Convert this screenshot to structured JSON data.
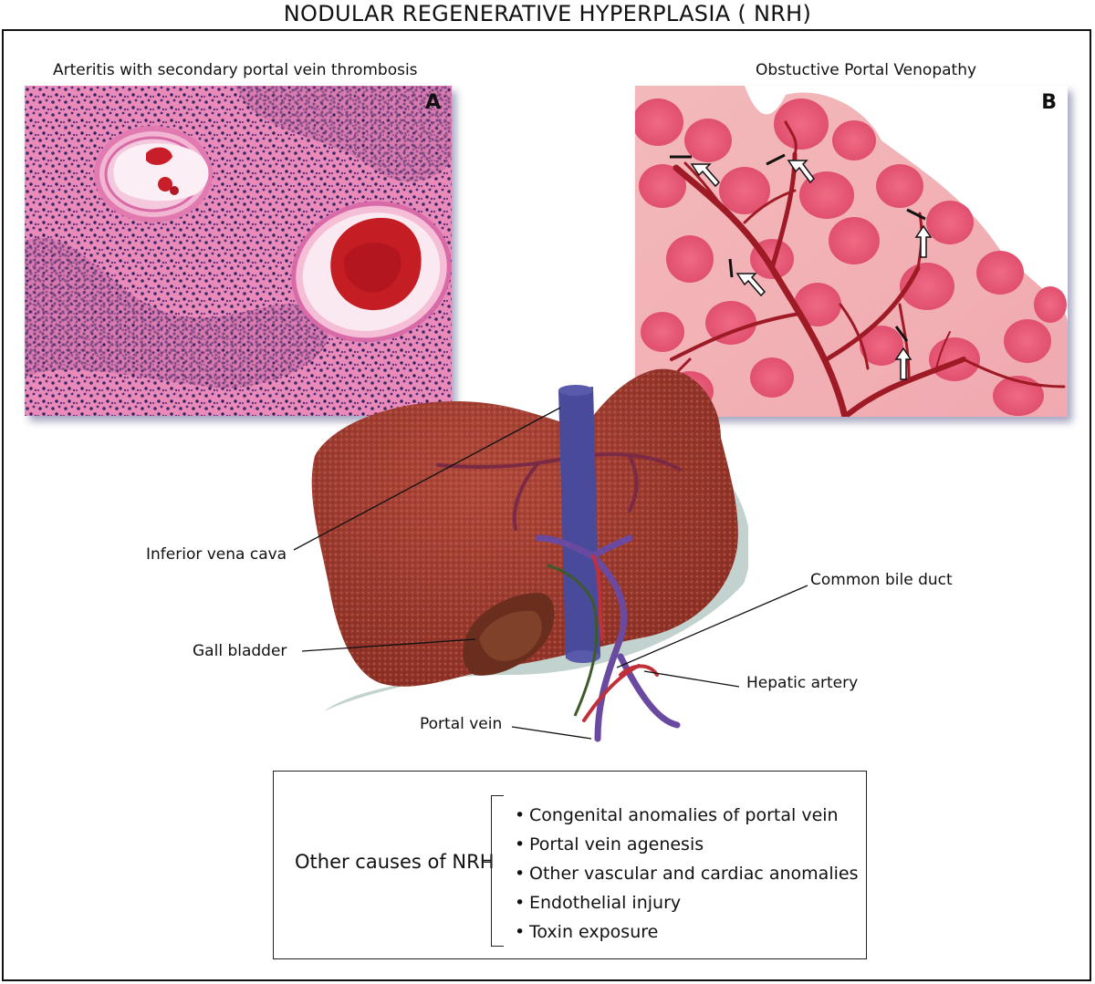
{
  "title": "NODULAR REGENERATIVE HYPERPLASIA ( NRH)",
  "panels": [
    {
      "letter": "A",
      "caption": "Arteritis with secondary portal vein thrombosis"
    },
    {
      "letter": "B",
      "caption": "Obstuctive Portal Venopathy"
    }
  ],
  "labels": {
    "inferior_vena_cava": "Inferior vena cava",
    "common_bile_duct": "Common bile duct",
    "gall_bladder": "Gall bladder",
    "hepatic_artery": "Hepatic artery",
    "portal_vein": "Portal vein"
  },
  "other_causes": {
    "title": "Other causes of NRH",
    "items": [
      "Congenital anomalies of portal vein",
      "Portal vein agenesis",
      "Other vascular and cardiac anomalies",
      "Endothelial injury",
      "Toxin exposure"
    ]
  },
  "colors": {
    "liver": "#9a3a2e",
    "vein_blue": "#4a4a9a",
    "artery_red": "#c0303a",
    "histology_pink": "#e27fb0",
    "nodule_pink": "#e85f7a"
  }
}
